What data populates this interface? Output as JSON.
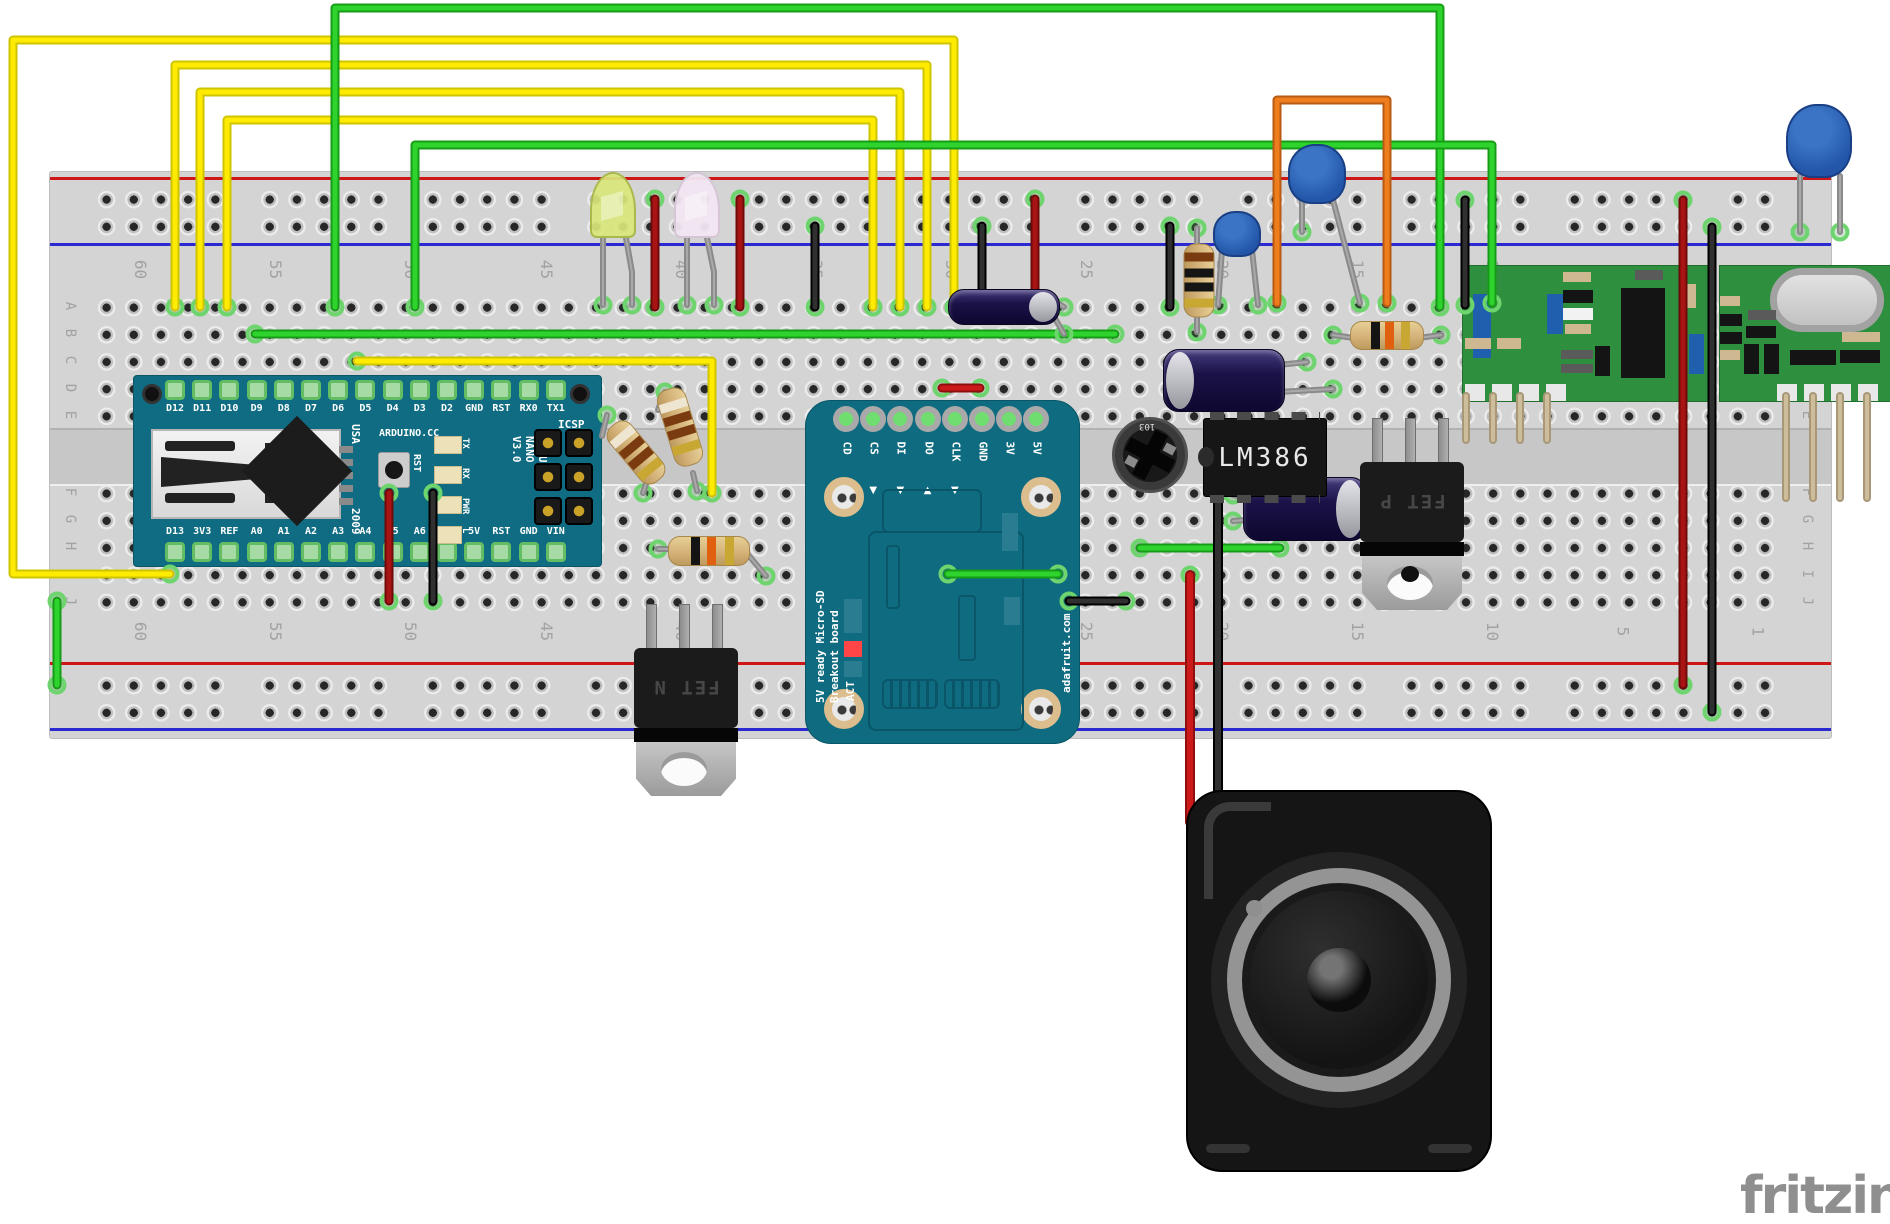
{
  "watermark": "fritzing",
  "breadboard": {
    "row_letters_upper": [
      "A",
      "B",
      "C",
      "D",
      "E"
    ],
    "row_letters_lower": [
      "F",
      "G",
      "H",
      "I",
      "J"
    ],
    "column_numbers": [
      "60",
      "55",
      "50",
      "45",
      "40",
      "35",
      "30",
      "25",
      "20",
      "15",
      "10",
      "5",
      "1"
    ]
  },
  "arduino": {
    "top_pins": [
      "D12",
      "D11",
      "D10",
      "D9",
      "D8",
      "D7",
      "D6",
      "D5",
      "D4",
      "D3",
      "D2",
      "GND",
      "RST",
      "RX0",
      "TX1"
    ],
    "bottom_pins": [
      "D13",
      "3V3",
      "REF",
      "A0",
      "A1",
      "A2",
      "A3",
      "A4",
      "A5",
      "A6",
      "A7",
      "5V",
      "RST",
      "GND",
      "VIN"
    ],
    "label_usa": "USA",
    "label_year": "2009",
    "label_site": "ARDUINO.CC",
    "label_rst": "RST",
    "label_icsp": "ICSP",
    "led_labels": [
      "TX",
      "RX",
      "PWR",
      "L"
    ],
    "brand": [
      "ARDUINO",
      "NANO",
      "V3.0"
    ]
  },
  "sd_board": {
    "pins": [
      "CD",
      "CS",
      "DI",
      "DO",
      "CLK",
      "GND",
      "3V",
      "5V"
    ],
    "pin_arrows": [
      "",
      "▼",
      "▼",
      "▲",
      "▼",
      "",
      "",
      "▼"
    ],
    "title_line1": "5V ready Micro-SD",
    "title_line2": "Breakout board",
    "label_act": "ACT",
    "label_site": "adafruit.com"
  },
  "amplifier": {
    "chip_label": "LM386",
    "pot_label": "103"
  },
  "transistors": {
    "fet_n": "FET N",
    "fet_p": "FET P"
  },
  "colors": {
    "board_teal": "#0f6c82",
    "pcb_green": "#2e8f3e",
    "breadboard": "#d4d4d4",
    "rail_red": "#cf1616",
    "rail_blue": "#2a2ad0",
    "hole_ring": "#6ed46e",
    "wire": {
      "yellow": {
        "out": "#cfc400",
        "in": "#ffeb00"
      },
      "green": {
        "out": "#169c16",
        "in": "#2ed32e"
      },
      "orange": {
        "out": "#b85a12",
        "in": "#ee7d1d"
      },
      "black": {
        "out": "#000000",
        "in": "#303030"
      },
      "darkred": {
        "out": "#6e0a0a",
        "in": "#a81414"
      },
      "red": {
        "out": "#8f0f0f",
        "in": "#cc1a1a"
      },
      "gray": {
        "out": "#8a8a8a",
        "in": "#a9a9a9"
      },
      "tan": {
        "out": "#a89878",
        "in": "#cdbd9a"
      }
    }
  },
  "wires": [
    {
      "n": "jumper-yellow",
      "c": "yellow",
      "p": [
        170,
        574,
        13,
        574,
        13,
        40,
        954,
        40,
        954,
        307
      ],
      "r": "both"
    },
    {
      "n": "jumper-yellow",
      "c": "yellow",
      "p": [
        175,
        307,
        175,
        65,
        927,
        65,
        927,
        307
      ],
      "r": "both"
    },
    {
      "n": "jumper-yellow",
      "c": "yellow",
      "p": [
        200,
        307,
        200,
        92,
        900,
        92,
        900,
        307
      ],
      "r": "both"
    },
    {
      "n": "jumper-yellow",
      "c": "yellow",
      "p": [
        227,
        307,
        227,
        120,
        873,
        120,
        873,
        307
      ],
      "r": "both"
    },
    {
      "n": "jumper-yellow",
      "c": "yellow",
      "p": [
        357,
        361,
        712,
        361,
        712,
        493
      ],
      "r": "both"
    },
    {
      "n": "jumper-green",
      "c": "green",
      "p": [
        335,
        307,
        335,
        8,
        1440,
        8,
        1440,
        307
      ],
      "r": "both"
    },
    {
      "n": "jumper-green",
      "c": "green",
      "p": [
        415,
        307,
        415,
        145,
        1492,
        145,
        1492,
        303
      ],
      "r": "both"
    },
    {
      "n": "jumper-green",
      "c": "green",
      "p": [
        255,
        334,
        1115,
        334
      ],
      "r": "both"
    },
    {
      "n": "jumper-green",
      "c": "green",
      "p": [
        1140,
        548,
        1280,
        548
      ],
      "r": "both"
    },
    {
      "n": "jumper-green",
      "c": "green",
      "p": [
        948,
        574,
        1058,
        574
      ],
      "r": "both"
    },
    {
      "n": "jumper-green",
      "c": "green",
      "p": [
        57,
        601,
        57,
        685
      ],
      "r": "both"
    },
    {
      "n": "jumper-orange",
      "c": "orange",
      "p": [
        1277,
        303,
        1277,
        100,
        1387,
        100,
        1387,
        303
      ],
      "r": "both"
    },
    {
      "n": "jumper-black",
      "c": "black",
      "p": [
        982,
        226,
        982,
        307
      ],
      "r": "both"
    },
    {
      "n": "jumper-black",
      "c": "black",
      "p": [
        1170,
        226,
        1170,
        307
      ],
      "r": "both"
    },
    {
      "n": "jumper-black",
      "c": "black",
      "p": [
        1465,
        200,
        1465,
        305
      ],
      "r": "both"
    },
    {
      "n": "jumper-black",
      "c": "black",
      "p": [
        1712,
        227,
        1712,
        712
      ],
      "r": "both"
    },
    {
      "n": "speaker-wire-black",
      "c": "black",
      "p": [
        1218,
        493,
        1218,
        822
      ],
      "r": "first",
      "w": 10
    },
    {
      "n": "jumper-black",
      "c": "black",
      "p": [
        433,
        493,
        433,
        601
      ],
      "r": "both"
    },
    {
      "n": "jumper-black",
      "c": "black",
      "p": [
        815,
        226,
        815,
        307
      ],
      "r": "both"
    },
    {
      "n": "jumper-black",
      "c": "black",
      "p": [
        1069,
        601,
        1126,
        601
      ],
      "r": "both"
    },
    {
      "n": "jumper-red",
      "c": "darkred",
      "p": [
        655,
        199,
        655,
        307
      ],
      "r": "both"
    },
    {
      "n": "jumper-red",
      "c": "darkred",
      "p": [
        740,
        199,
        740,
        307
      ],
      "r": "both"
    },
    {
      "n": "jumper-red",
      "c": "darkred",
      "p": [
        1035,
        199,
        1035,
        307
      ],
      "r": "both"
    },
    {
      "n": "j umper-red",
      "c": "darkred",
      "p": [
        1683,
        200,
        1683,
        685
      ],
      "r": "both"
    },
    {
      "n": "speaker-wire-red",
      "c": "red",
      "p": [
        1190,
        575,
        1190,
        822
      ],
      "r": "first",
      "w": 10
    },
    {
      "n": "jumper-red",
      "c": "darkred",
      "p": [
        389,
        493,
        389,
        601
      ],
      "r": "both"
    },
    {
      "n": "jumper-red",
      "c": "red",
      "p": [
        942,
        388,
        980,
        388
      ],
      "r": "both"
    },
    {
      "n": "led-leg",
      "c": "gray",
      "p": [
        603,
        238,
        603,
        305
      ],
      "r": "last",
      "w": 6
    },
    {
      "n": "led-leg",
      "c": "gray",
      "p": [
        626,
        238,
        632,
        272,
        632,
        305
      ],
      "r": "last",
      "w": 6
    },
    {
      "n": "led-leg",
      "c": "gray",
      "p": [
        687,
        238,
        687,
        305
      ],
      "r": "last",
      "w": 6
    },
    {
      "n": "led-leg",
      "c": "gray",
      "p": [
        707,
        238,
        714,
        272,
        714,
        305
      ],
      "r": "last",
      "w": 6
    },
    {
      "n": "cap-leg",
      "c": "gray",
      "p": [
        1222,
        250,
        1218,
        305
      ],
      "r": "last",
      "w": 6
    },
    {
      "n": "cap-leg",
      "c": "gray",
      "p": [
        1252,
        250,
        1258,
        305
      ],
      "r": "last",
      "w": 6
    },
    {
      "n": "cap-leg",
      "c": "gray",
      "p": [
        1302,
        200,
        1302,
        232
      ],
      "r": "last",
      "w": 6
    },
    {
      "n": "cap-leg",
      "c": "gray",
      "p": [
        1333,
        200,
        1360,
        303
      ],
      "r": "last",
      "w": 6
    },
    {
      "n": "cap-leg",
      "c": "gray",
      "p": [
        1800,
        176,
        1800,
        232
      ],
      "r": "last",
      "w": 6
    },
    {
      "n": "cap-leg",
      "c": "gray",
      "p": [
        1840,
        176,
        1840,
        232
      ],
      "r": "last",
      "w": 6
    },
    {
      "n": "resistor-leg",
      "c": "gray",
      "p": [
        1197,
        228,
        1197,
        250
      ],
      "r": "first",
      "w": 6
    },
    {
      "n": "resistor-leg",
      "c": "gray",
      "p": [
        1197,
        310,
        1197,
        332
      ],
      "r": "last",
      "w": 6
    },
    {
      "n": "resistor-leg",
      "c": "gray",
      "p": [
        658,
        549,
        672,
        549
      ],
      "r": "first",
      "w": 6
    },
    {
      "n": "resistor-leg",
      "c": "gray",
      "p": [
        745,
        551,
        766,
        576
      ],
      "r": "last",
      "w": 6
    },
    {
      "n": "resistor-leg",
      "c": "gray",
      "p": [
        1333,
        335,
        1354,
        338
      ],
      "r": "first",
      "w": 6
    },
    {
      "n": "resistor-leg",
      "c": "gray",
      "p": [
        1418,
        338,
        1441,
        335
      ],
      "r": "last",
      "w": 6
    },
    {
      "n": "resistor-leg",
      "c": "gray",
      "p": [
        665,
        392,
        658,
        410
      ],
      "r": "first",
      "w": 6
    },
    {
      "n": "resistor-leg",
      "c": "gray",
      "p": [
        693,
        473,
        697,
        491
      ],
      "r": "last",
      "w": 6
    },
    {
      "n": "resistor-leg",
      "c": "gray",
      "p": [
        607,
        415,
        602,
        436
      ],
      "r": "first",
      "w": 6
    },
    {
      "n": "resistor-leg",
      "c": "gray",
      "p": [
        648,
        478,
        643,
        493
      ],
      "r": "last",
      "w": 6
    },
    {
      "n": "cap-leg",
      "c": "gray",
      "p": [
        1053,
        300,
        1064,
        307
      ],
      "r": "last",
      "w": 6
    },
    {
      "n": "cap-leg",
      "c": "gray",
      "p": [
        1053,
        315,
        1064,
        334
      ],
      "r": "last",
      "w": 6
    },
    {
      "n": "cap-leg",
      "c": "gray",
      "p": [
        1245,
        498,
        1233,
        495
      ],
      "r": "last",
      "w": 6
    },
    {
      "n": "cap-leg",
      "c": "gray",
      "p": [
        1245,
        520,
        1233,
        521
      ],
      "r": "last",
      "w": 6
    },
    {
      "n": "cap-leg",
      "c": "gray",
      "p": [
        1278,
        365,
        1307,
        362
      ],
      "r": "last",
      "w": 6
    },
    {
      "n": "cap-leg",
      "c": "gray",
      "p": [
        1278,
        392,
        1333,
        389
      ],
      "r": "last",
      "w": 6
    },
    {
      "n": "module-leg",
      "c": "tan",
      "p": [
        1466,
        396,
        1466,
        440
      ],
      "r": "none",
      "w": 8
    },
    {
      "n": "module-leg",
      "c": "tan",
      "p": [
        1493,
        396,
        1493,
        440
      ],
      "r": "none",
      "w": 8
    },
    {
      "n": "module-leg",
      "c": "tan",
      "p": [
        1520,
        396,
        1520,
        440
      ],
      "r": "none",
      "w": 8
    },
    {
      "n": "module-leg",
      "c": "tan",
      "p": [
        1547,
        396,
        1547,
        440
      ],
      "r": "none",
      "w": 8
    },
    {
      "n": "module-leg",
      "c": "tan",
      "p": [
        1786,
        396,
        1786,
        498
      ],
      "r": "none",
      "w": 8
    },
    {
      "n": "module-leg",
      "c": "tan",
      "p": [
        1813,
        396,
        1813,
        498
      ],
      "r": "none",
      "w": 8
    },
    {
      "n": "module-leg",
      "c": "tan",
      "p": [
        1840,
        396,
        1840,
        498
      ],
      "r": "none",
      "w": 8
    },
    {
      "n": "module-leg",
      "c": "tan",
      "p": [
        1867,
        396,
        1867,
        498
      ],
      "r": "none",
      "w": 8
    }
  ]
}
